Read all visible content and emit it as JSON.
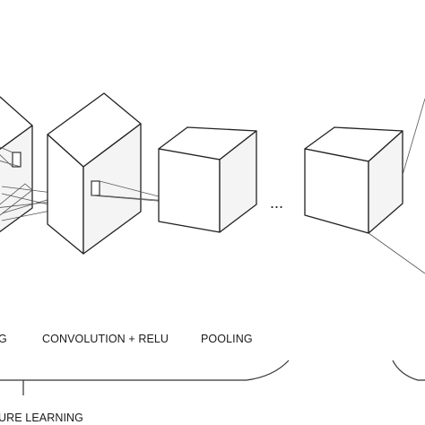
{
  "labels": {
    "left_cut": "G",
    "convolution_relu": "CONVOLUTION + RELU",
    "pooling": "POOLING",
    "feature_learning_cut": "URE LEARNING",
    "ellipsis": "..."
  }
}
